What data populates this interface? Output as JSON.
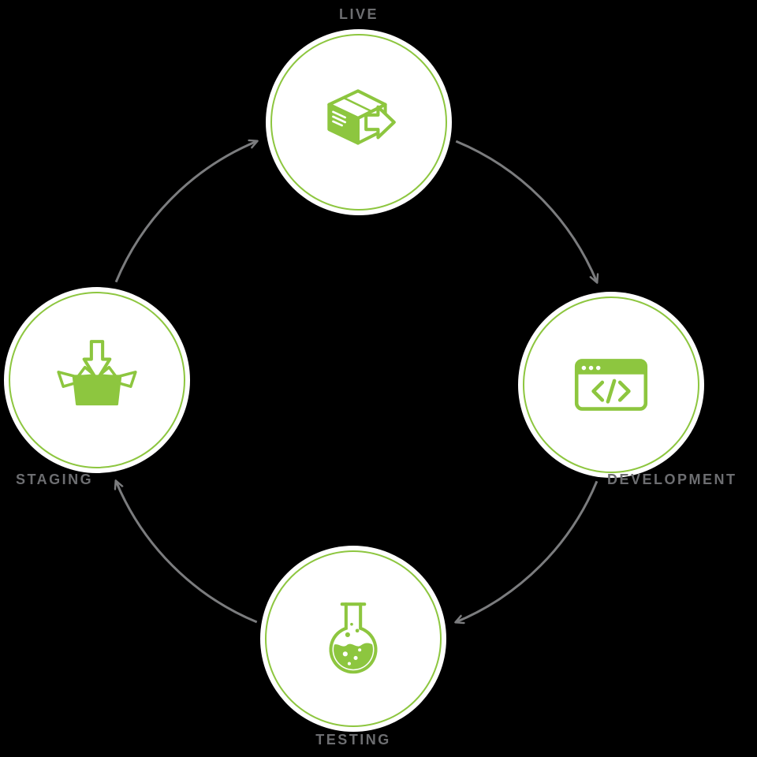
{
  "diagram": {
    "type": "cycle",
    "background": "#000000",
    "nodes": [
      {
        "id": "live",
        "label": "LIVE",
        "icon": "package-export-icon",
        "position": "top"
      },
      {
        "id": "development",
        "label": "DEVELOPMENT",
        "icon": "code-window-icon",
        "position": "right"
      },
      {
        "id": "testing",
        "label": "TESTING",
        "icon": "flask-icon",
        "position": "bottom"
      },
      {
        "id": "staging",
        "label": "STAGING",
        "icon": "open-box-arrow-icon",
        "position": "left"
      }
    ],
    "edges": [
      {
        "from": "LIVE",
        "to": "DEVELOPMENT"
      },
      {
        "from": "DEVELOPMENT",
        "to": "TESTING"
      },
      {
        "from": "TESTING",
        "to": "STAGING"
      },
      {
        "from": "STAGING",
        "to": "LIVE"
      }
    ],
    "colors": {
      "accent_green": "#8DC63F",
      "label_gray": "#6D6E71",
      "arrow_gray": "#7B7C7E",
      "node_fill": "#FFFFFF"
    }
  }
}
